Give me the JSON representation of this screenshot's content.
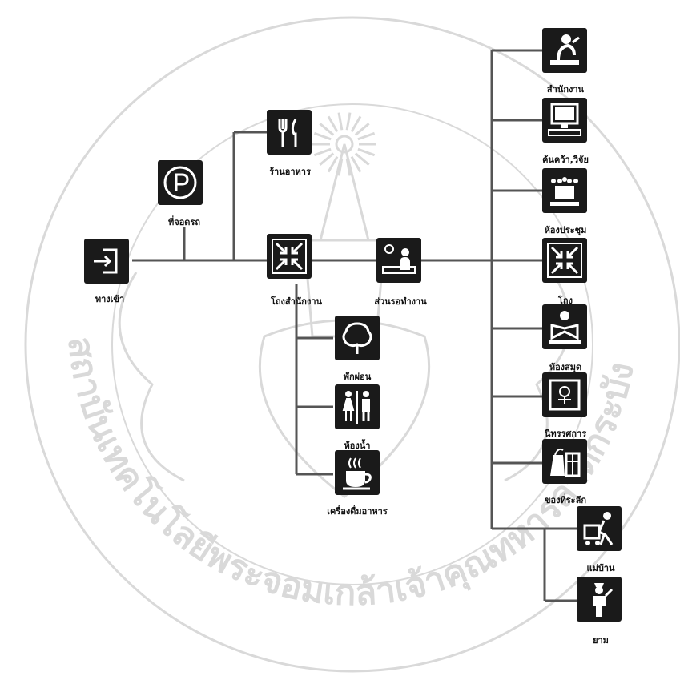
{
  "watermark": {
    "text": "สถาบันเทคโนโลยีพระจอมเกล้าเจ้าคุณทหารลาดกระบัง",
    "color": "#d9d9d9"
  },
  "line_color": "#555555",
  "nodes": [
    {
      "id": "entrance",
      "label": "ทางเข้า",
      "icon": "enter-arrow-icon"
    },
    {
      "id": "parking",
      "label": "ที่จอดรถ",
      "icon": "parking-icon"
    },
    {
      "id": "restaurant",
      "label": "ร้านอาหาร",
      "icon": "fork-knife-icon"
    },
    {
      "id": "lobby_main",
      "label": "โถงสำนักงาน",
      "icon": "lobby-arrows-icon"
    },
    {
      "id": "reception",
      "label": "ส่วนรอทำงาน",
      "icon": "reception-desk-icon"
    },
    {
      "id": "garden",
      "label": "พักผ่อน",
      "icon": "tree-icon"
    },
    {
      "id": "restroom",
      "label": "ห้องน้ำ",
      "icon": "restroom-icon"
    },
    {
      "id": "drinks",
      "label": "เครื่องดื่มอาหาร",
      "icon": "coffee-cup-icon"
    },
    {
      "id": "office",
      "label": "สำนักงาน",
      "icon": "office-worker-icon"
    },
    {
      "id": "research",
      "label": "ค้นคว้า,วิจัย",
      "icon": "computer-icon"
    },
    {
      "id": "meeting",
      "label": "ห้องประชุม",
      "icon": "meeting-room-icon"
    },
    {
      "id": "hall",
      "label": "โถง",
      "icon": "lobby-arrows-icon"
    },
    {
      "id": "library",
      "label": "ห้องสมุด",
      "icon": "reading-icon"
    },
    {
      "id": "exhibition",
      "label": "นิทรรศการ",
      "icon": "exhibition-icon"
    },
    {
      "id": "souvenir",
      "label": "ของที่ระลึก",
      "icon": "souvenir-icon"
    },
    {
      "id": "housekeeping",
      "label": "แม่บ้าน",
      "icon": "cleaning-cart-icon"
    },
    {
      "id": "security",
      "label": "ยาม",
      "icon": "guard-icon"
    }
  ]
}
